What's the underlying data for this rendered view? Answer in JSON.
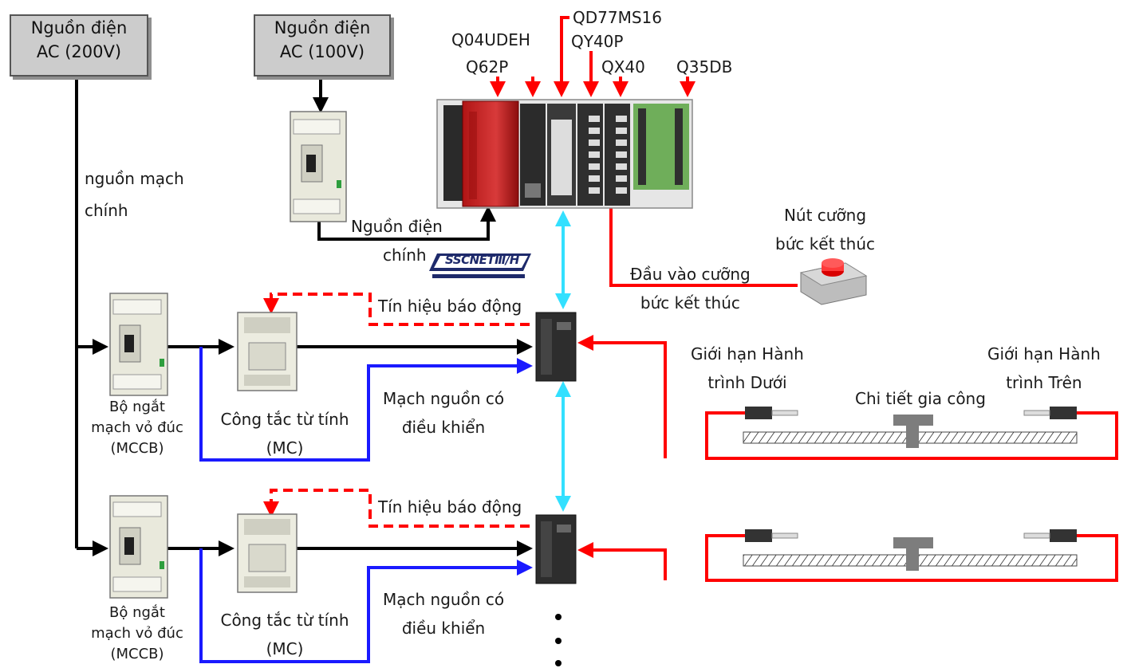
{
  "power_sources": {
    "ac200": [
      "Nguồn điện",
      "AC (200V)"
    ],
    "ac100": [
      "Nguồn điện",
      "AC (100V)"
    ]
  },
  "labels": {
    "main_circuit": [
      "nguồn mạch",
      "chính"
    ],
    "main_power": "Nguồn điện",
    "main_power_2": "chính",
    "sscnet": "SSCNETⅢ/H",
    "emergency_stop": [
      "Nút cưỡng",
      "bức kết thúc"
    ],
    "forced_stop_input": [
      "Đầu vào cưỡng",
      "bức kết thúc"
    ],
    "alarm_signal": "Tín hiệu báo động",
    "controlled_power": [
      "Mạch nguồn có",
      "điều khiển"
    ],
    "mccb": [
      "Bộ ngắt",
      "mạch vỏ đúc",
      "(MCCB)"
    ],
    "mc": [
      "Công tắc từ tính",
      "(MC)"
    ],
    "lower_limit": [
      "Giới hạn Hành",
      "trình Dưới"
    ],
    "upper_limit": [
      "Giới hạn Hành",
      "trình Trên"
    ],
    "workpiece": "Chi tiết gia công"
  },
  "plc_modules": {
    "q04udeh": "Q04UDEH",
    "q62p": "Q62P",
    "qd77ms16": "QD77MS16",
    "qy40p": "QY40P",
    "qx40": "QX40",
    "q35db": "Q35DB"
  },
  "colors": {
    "power_line": "#000000",
    "alarm_line": "#ff0000",
    "control_line": "#1a1aff",
    "sscnet_line": "#33e0ff",
    "limit_line": "#ff0000",
    "box_fill": "#cccccc"
  }
}
